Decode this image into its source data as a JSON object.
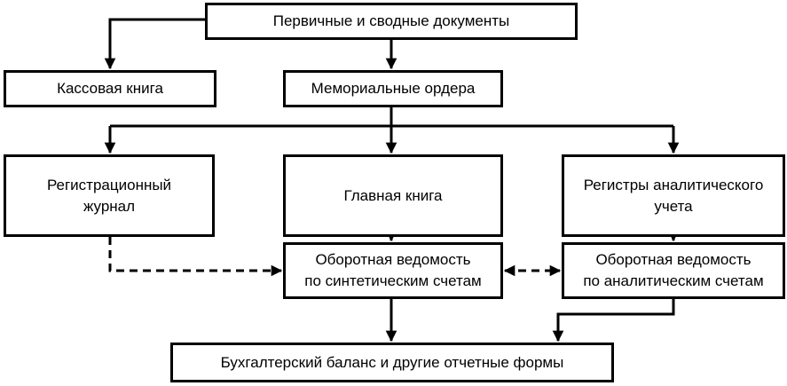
{
  "diagram": {
    "nodes": {
      "primary": "Первичные и сводные документы",
      "cash_book": "Кассовая книга",
      "memorial_orders": "Мемориальные ордера",
      "registration_journal": [
        "Регистрационный",
        "журнал"
      ],
      "general_ledger": "Главная книга",
      "analytic_registers": [
        "Регистры аналитического",
        "учета"
      ],
      "turnover_synthetic": [
        "Оборотная ведомость",
        "по синтетическим счетам"
      ],
      "turnover_analytic": [
        "Оборотная ведомость",
        "по аналитическим счетам"
      ],
      "balance": "Бухгалтерский баланс и другие отчетные формы"
    },
    "edges": [
      {
        "from": "primary",
        "to": "cash_book",
        "style": "solid"
      },
      {
        "from": "primary",
        "to": "memorial_orders",
        "style": "solid"
      },
      {
        "from": "memorial_orders",
        "to": "registration_journal",
        "style": "solid"
      },
      {
        "from": "memorial_orders",
        "to": "general_ledger",
        "style": "solid"
      },
      {
        "from": "memorial_orders",
        "to": "analytic_registers",
        "style": "solid"
      },
      {
        "from": "general_ledger",
        "to": "turnover_synthetic",
        "style": "solid"
      },
      {
        "from": "analytic_registers",
        "to": "turnover_analytic",
        "style": "solid"
      },
      {
        "from": "registration_journal",
        "to": "turnover_synthetic",
        "style": "dashed"
      },
      {
        "from": "turnover_synthetic",
        "to": "turnover_analytic",
        "style": "dashed",
        "bidirectional": true
      },
      {
        "from": "turnover_synthetic",
        "to": "balance",
        "style": "solid"
      },
      {
        "from": "turnover_analytic",
        "to": "balance",
        "style": "solid"
      }
    ],
    "colors": {
      "line": "#000000",
      "background": "#ffffff"
    }
  }
}
